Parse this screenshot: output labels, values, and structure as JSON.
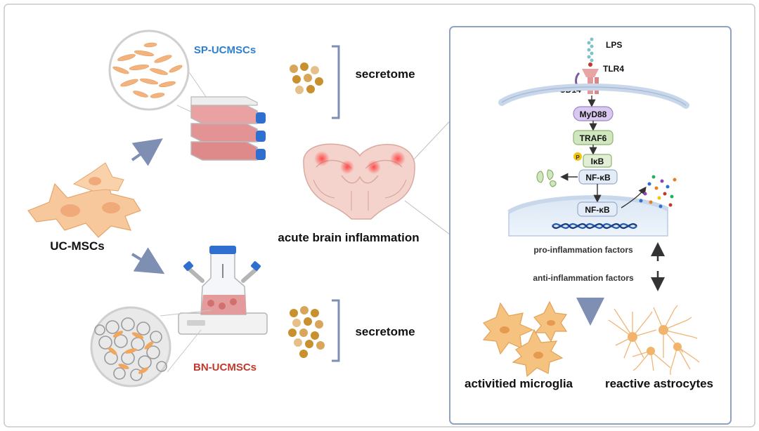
{
  "left": {
    "source_label": "UC-MSCs",
    "sp_label": "SP-UCMSCs",
    "bn_label": "BN-UCMSCs",
    "secretome_top": "secretome",
    "secretome_bottom": "secretome",
    "brain_label": "acute brain inflammation"
  },
  "pathway": {
    "lps": "LPS",
    "tlr4": "TLR4",
    "cd14": "CD14",
    "myd88": "MyD88",
    "traf6": "TRAF6",
    "p_badge": "P",
    "ikb": "IκB",
    "nfkb_cyto": "NF-κB",
    "nfkb_nuc": "NF-κB",
    "pro_factors": "pro-inflammation factors",
    "anti_factors": "anti-inflammation factors",
    "microglia": "activitied microglia",
    "astrocytes": "reactive astrocytes"
  },
  "colors": {
    "sp_blue": "#2f7fcf",
    "bn_red": "#c0392b",
    "arrow_blue": "#7f8fb3",
    "panel_border": "#8da3c2",
    "cell_orange": "#f5c27a"
  }
}
